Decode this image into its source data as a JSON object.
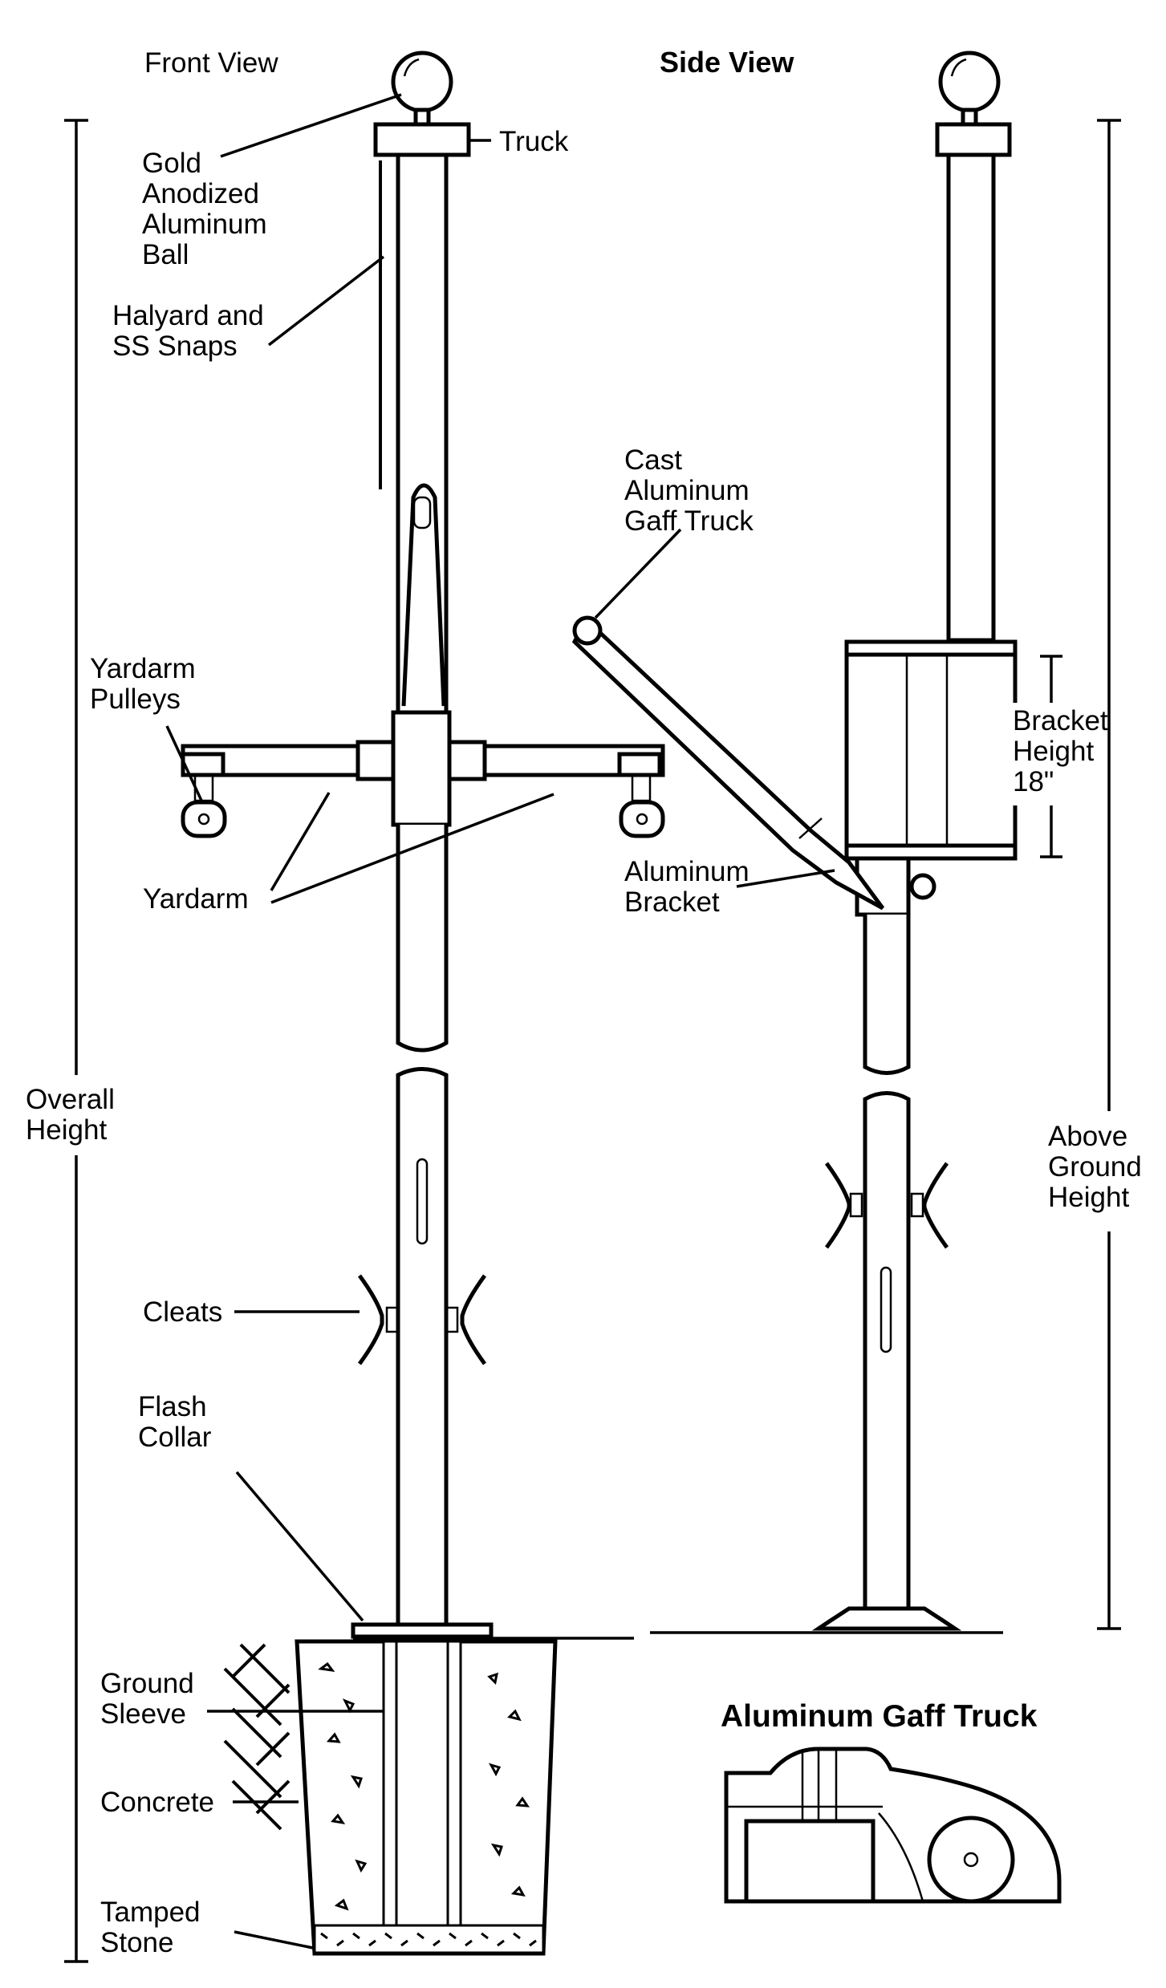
{
  "headers": {
    "front_view": "Front View",
    "side_view": "Side View",
    "gaff_truck_title": "Aluminum Gaff Truck"
  },
  "labels": {
    "truck": "Truck",
    "ball": [
      "Gold",
      "Anodized",
      "Aluminum",
      "Ball"
    ],
    "halyard": [
      "Halyard and",
      "SS Snaps"
    ],
    "cast_gaff": [
      "Cast",
      "Aluminum",
      "Gaff Truck"
    ],
    "yardarm_pulleys": [
      "Yardarm",
      "Pulleys"
    ],
    "bracket_height": [
      "Bracket",
      "Height",
      "18\""
    ],
    "yardarm": "Yardarm",
    "aluminum_bracket": [
      "Aluminum",
      "Bracket"
    ],
    "overall_height": [
      "Overall",
      "Height"
    ],
    "above_ground": [
      "Above",
      "Ground",
      "Height"
    ],
    "cleats": "Cleats",
    "flash_collar": [
      "Flash",
      "Collar"
    ],
    "ground_sleeve": [
      "Ground",
      "Sleeve"
    ],
    "concrete": "Concrete",
    "tamped_stone": [
      "Tamped",
      "Stone"
    ]
  },
  "colors": {
    "ink": "#000000",
    "paper": "#ffffff"
  }
}
